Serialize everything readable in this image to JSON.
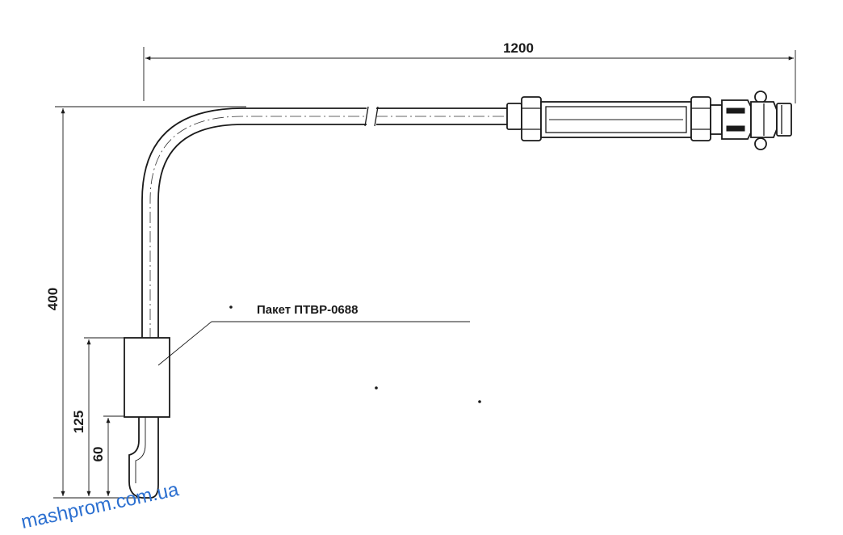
{
  "dimensions": {
    "width_value": "1200",
    "height_value": "400",
    "packet_height_value": "125",
    "bottom_value": "60"
  },
  "callout": {
    "packet_label": "Пакет ПТВР-0688"
  },
  "watermark": {
    "text": "mashprom.com.ua",
    "color": "#2b6fd0"
  }
}
